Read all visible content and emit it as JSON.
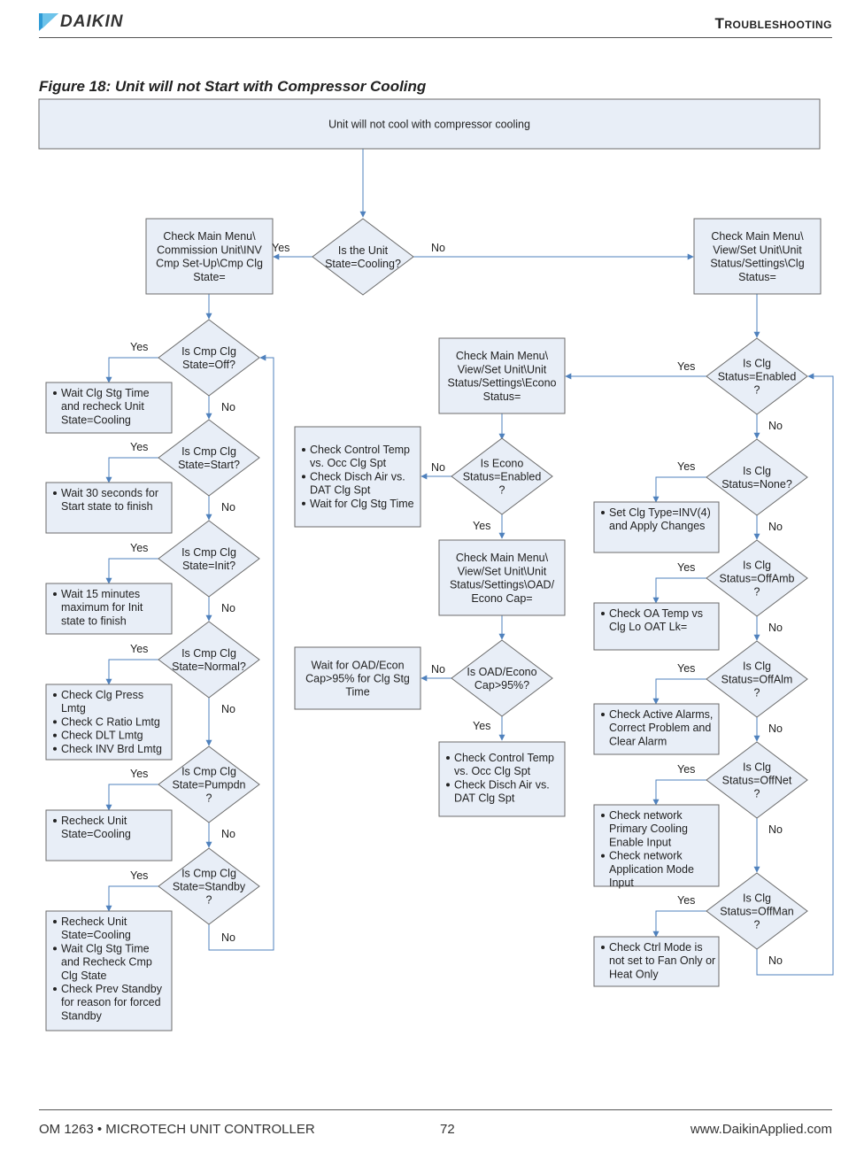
{
  "header": {
    "brand": "DAIKIN",
    "section": "Troubleshooting",
    "figure_title": "Figure 18: Unit will not Start with Compressor Cooling"
  },
  "footer": {
    "doc": "OM 1263 • MICROTECH UNIT CONTROLLER",
    "page": "72",
    "url": "www.DaikinApplied.com"
  },
  "colors": {
    "box_fill": "#e8eef7",
    "box_stroke": "#6b6b6b",
    "arrow": "#4f81bd"
  },
  "flow": {
    "top": "Unit will not cool with compressor cooling",
    "d_main": [
      "Is the Unit",
      "State=Cooling?"
    ],
    "left_check": [
      "Check Main Menu\\",
      "Commission Unit\\INV",
      "Cmp Set-Up\\Cmp Clg",
      "State="
    ],
    "right_check": [
      "Check Main Menu\\",
      "View/Set Unit\\Unit",
      "Status/Settings\\Clg",
      "Status="
    ],
    "mid_check1": [
      "Check Main Menu\\",
      "View/Set Unit\\Unit",
      "Status/Settings\\Econo",
      "Status="
    ],
    "mid_check2": [
      "Check Main Menu\\",
      "View/Set Unit\\Unit",
      "Status/Settings\\OAD/",
      "Econo Cap="
    ],
    "d_econo": [
      "Is Econo",
      "Status=Enabled",
      "?"
    ],
    "d_oad": [
      "Is OAD/Econo",
      "Cap>95%?"
    ],
    "econo_no": [
      "Check Control Temp",
      "vs. Occ Clg Spt",
      "Check Disch Air vs.",
      "DAT Clg Spt",
      "Wait for Clg Stg Time"
    ],
    "oad_no": [
      "Wait for OAD/Econ",
      "Cap>95% for Clg Stg",
      "Time"
    ],
    "oad_yes": [
      "Check Control Temp",
      "vs. Occ Clg Spt",
      "Check Disch Air vs.",
      "DAT Clg Spt"
    ],
    "left_decisions": [
      [
        "Is Cmp Clg",
        "State=Off?"
      ],
      [
        "Is Cmp Clg",
        "State=Start?"
      ],
      [
        "Is Cmp Clg",
        "State=Init?"
      ],
      [
        "Is Cmp Clg",
        "State=Normal?"
      ],
      [
        "Is Cmp Clg",
        "State=Pumpdn",
        "?"
      ],
      [
        "Is Cmp Clg",
        "State=Standby",
        "?"
      ]
    ],
    "left_actions": [
      [
        "Wait Clg Stg Time",
        "and recheck Unit",
        "State=Cooling"
      ],
      [
        "Wait 30 seconds for",
        "Start state to finish"
      ],
      [
        "Wait 15 minutes",
        "maximum for Init",
        "state to finish"
      ],
      [
        "Check Clg Press",
        "Lmtg",
        "Check C Ratio Lmtg",
        "Check DLT Lmtg",
        "Check INV Brd Lmtg"
      ],
      [
        "Recheck Unit",
        "State=Cooling"
      ],
      [
        "Recheck Unit",
        "State=Cooling",
        "Wait Clg Stg Time",
        "and Recheck Cmp",
        "Clg State",
        "Check Prev Standby",
        "for reason for forced",
        "Standby"
      ]
    ],
    "right_decisions": [
      [
        "Is Clg",
        "Status=Enabled",
        "?"
      ],
      [
        "Is Clg",
        "Status=None?"
      ],
      [
        "Is Clg",
        "Status=OffAmb",
        "?"
      ],
      [
        "Is Clg",
        "Status=OffAlm",
        "?"
      ],
      [
        "Is Clg",
        "Status=OffNet",
        "?"
      ],
      [
        "Is Clg",
        "Status=OffMan",
        "?"
      ]
    ],
    "right_actions": [
      [
        "Set Clg Type=INV(4)",
        "and Apply Changes"
      ],
      [
        "Check OA Temp vs",
        "Clg Lo OAT Lk="
      ],
      [
        "Check Active Alarms,",
        "Correct Problem and",
        "Clear Alarm"
      ],
      [
        "Check network",
        "Primary Cooling",
        "Enable Input",
        "Check network",
        "Application Mode",
        "Input"
      ],
      [
        "Check Ctrl Mode is",
        "not set to Fan Only or",
        "Heat Only"
      ]
    ],
    "yes": "Yes",
    "no": "No"
  }
}
